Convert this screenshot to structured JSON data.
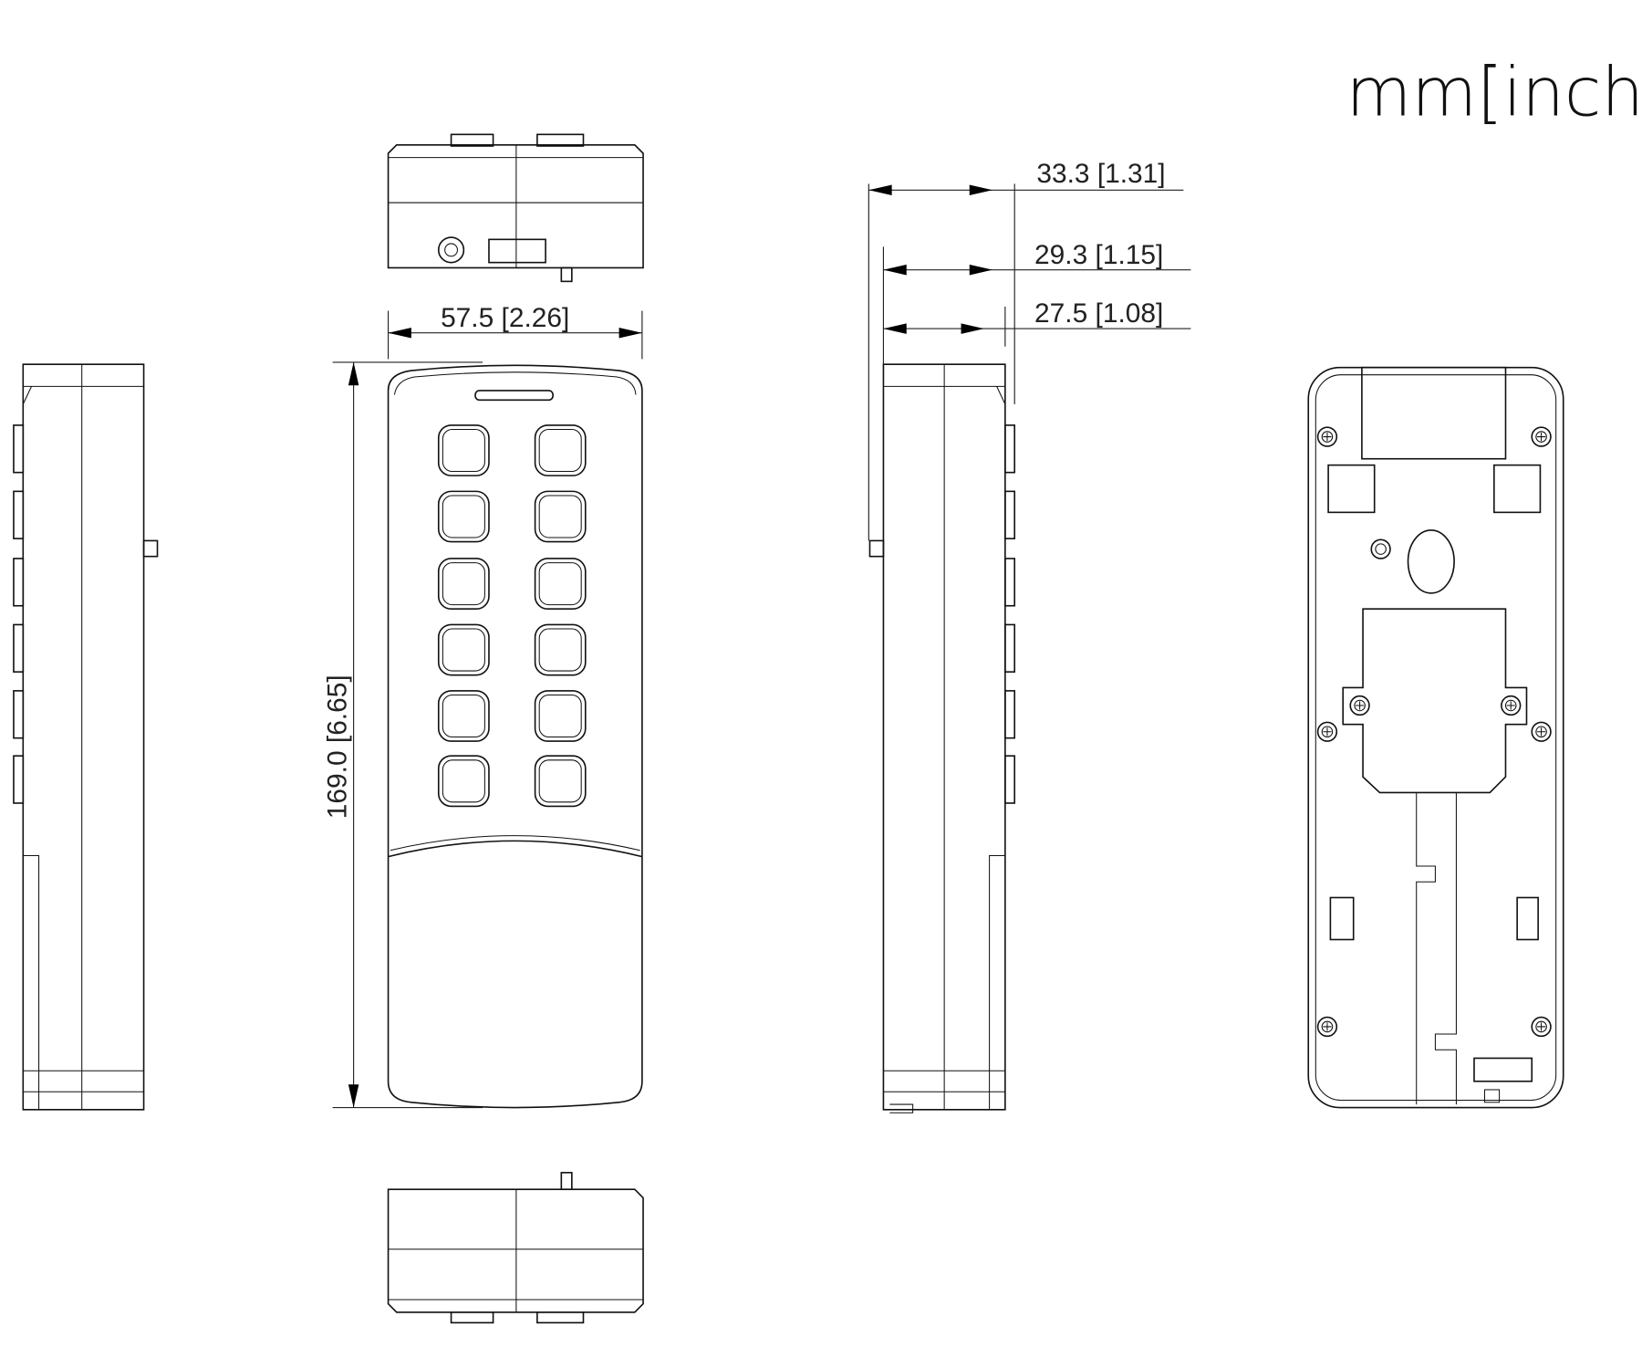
{
  "title": "mm[inch]",
  "dimensions": {
    "width_front": "57.5  [2.26]",
    "height_front": "169.0  [6.65]",
    "depth_total": "33.3  [1.31]",
    "depth_body": "29.3  [1.15]",
    "depth_case": "27.5  [1.08]"
  },
  "keypad": {
    "rows": 6,
    "columns": 2
  }
}
